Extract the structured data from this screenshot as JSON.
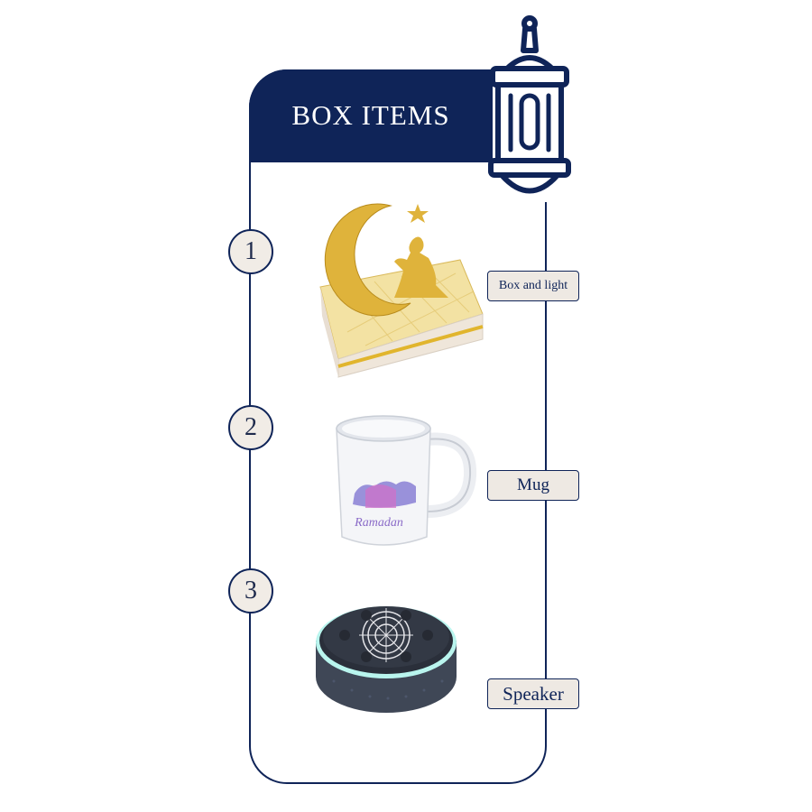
{
  "header": {
    "title": "BOX ITEMS"
  },
  "items": [
    {
      "number": "1",
      "label": "Box and light",
      "image_icon": "crescent-box-icon"
    },
    {
      "number": "2",
      "label": "Mug",
      "image_icon": "mug-icon",
      "mug_print": "Ramadan"
    },
    {
      "number": "3",
      "label": "Speaker",
      "image_icon": "speaker-icon"
    }
  ],
  "colors": {
    "navy": "#0f2458",
    "tag_bg": "#eee9e3",
    "gold": "#d9ac2b"
  }
}
